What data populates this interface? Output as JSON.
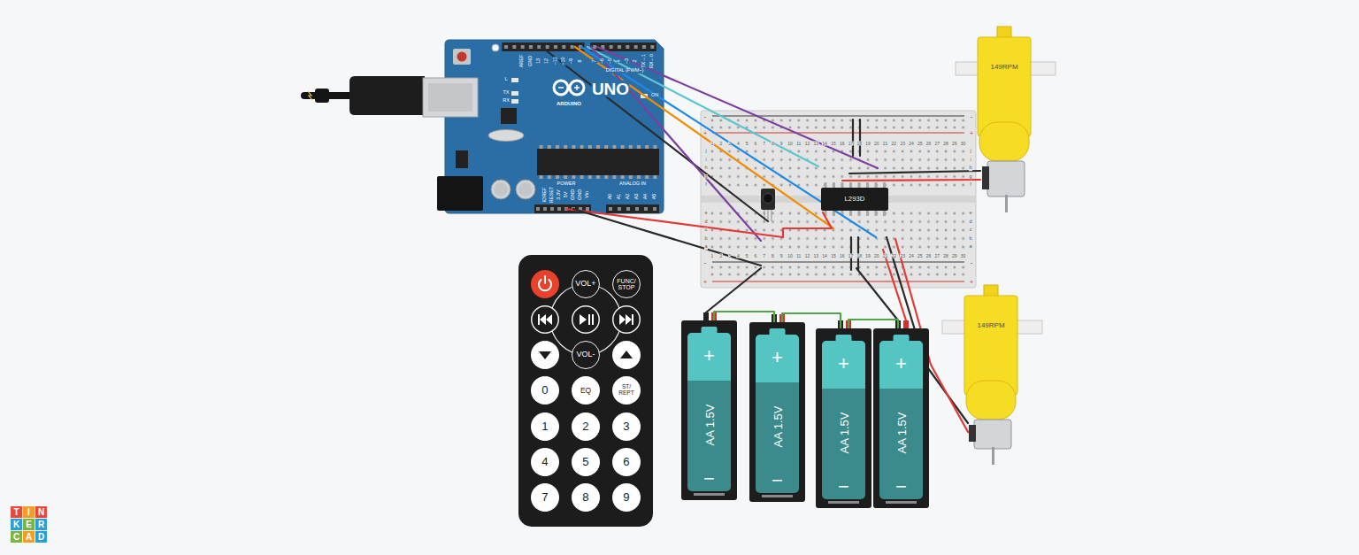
{
  "diagram": {
    "nodes": [
      {
        "text": [
          "L293D"
        ]
      },
      {
        "text": [
          "149RPM"
        ]
      },
      {
        "text": [
          "149RPM"
        ]
      },
      {
        "text": [
          "+",
          "AA 1.5V",
          "−"
        ]
      },
      {
        "text": [
          "+",
          "AA 1.5V",
          "−"
        ]
      },
      {
        "text": [
          "+",
          "AA 1.5V",
          "−"
        ]
      },
      {
        "text": [
          "+",
          "AA 1.5V",
          "−"
        ]
      },
      {
        "text": [
          "VOL+"
        ]
      },
      {
        "text": [
          "FUNC/ STOP"
        ]
      },
      {
        "text": [
          "VOL-"
        ]
      },
      {
        "text": [
          "0"
        ]
      },
      {
        "text": [
          "EQ"
        ]
      },
      {
        "text": [
          "ST/ REPT"
        ]
      },
      {
        "text": [
          "1"
        ]
      },
      {
        "text": [
          "2"
        ]
      },
      {
        "text": [
          "3"
        ]
      },
      {
        "text": [
          "4"
        ]
      },
      {
        "text": [
          "5"
        ]
      },
      {
        "text": [
          "6"
        ]
      },
      {
        "text": [
          "7"
        ]
      },
      {
        "text": [
          "8"
        ]
      },
      {
        "text": [
          "9"
        ]
      }
    ],
    "edges": [
      {
        "from": 3,
        "to": 4,
        "arrow": "none"
      },
      {
        "from": 4,
        "to": 5,
        "arrow": "none"
      },
      {
        "from": 5,
        "to": 6,
        "arrow": "none"
      }
    ],
    "labels": [
      "AREF",
      "GND",
      "13",
      "12",
      "~11",
      "~10",
      "~9",
      "8",
      "7",
      "~6",
      "~5",
      "4",
      "~3",
      "2",
      "TX→1",
      "RX←0",
      "DIGITAL (PWM~)",
      "L",
      "TX",
      "RX",
      "ARDUINO",
      "UNO",
      "ON",
      "IOREF",
      "RESET",
      "3.3V",
      "5V",
      "GND",
      "GND",
      "Vin",
      "POWER",
      "ANALOG IN",
      "A0",
      "A1",
      "A2",
      "A3",
      "A4",
      "A5",
      "1",
      "2",
      "3",
      "4",
      "5",
      "6",
      "7",
      "8",
      "9",
      "10",
      "11",
      "12",
      "13",
      "14",
      "15",
      "16",
      "17",
      "18",
      "19",
      "20",
      "21",
      "22",
      "23",
      "24",
      "25",
      "26",
      "27",
      "28",
      "29",
      "30",
      "1",
      "2",
      "3",
      "4",
      "5",
      "6",
      "7",
      "8",
      "9",
      "10",
      "11",
      "12",
      "13",
      "14",
      "15",
      "16",
      "17",
      "18",
      "19",
      "20",
      "21",
      "22",
      "23",
      "24",
      "25",
      "26",
      "27",
      "28",
      "29",
      "30",
      "j",
      "i",
      "h",
      "g",
      "f",
      "e",
      "d",
      "c",
      "b",
      "a",
      "j",
      "i",
      "h",
      "g",
      "f",
      "e",
      "d",
      "c",
      "b",
      "a",
      "-",
      "+",
      "-",
      "+",
      "-",
      "+",
      "-",
      "+",
      "T",
      "I",
      "N",
      "K",
      "E",
      "R",
      "C",
      "A",
      "D"
    ]
  }
}
